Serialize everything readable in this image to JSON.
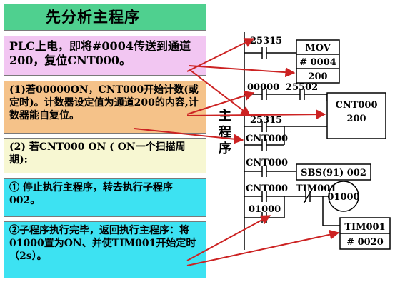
{
  "title": "先分析主程序",
  "boxes": {
    "b1": "PLC上电，即将#0004传送到通道200，复位CNT000。",
    "b2": "(1)若00000ON，CNT000开始计数(或定时)。计数器设定值为通道200的内容,计数器能自复位。",
    "b3": "(2) 若CNT000 ON ( ON一个扫描周期):",
    "b4": "① 停止执行主程序，转去执行子程序002。",
    "b5": "②子程序执行完毕，返回执行主程序：将01000置为ON、并使TIM001开始定时（2s）。"
  },
  "side_label": [
    "主",
    "程",
    "序"
  ],
  "ladder": {
    "contacts": {
      "c25315a": "25315",
      "c00000": "00000",
      "c25502": "25502",
      "c25315b": "25315",
      "cCNT1": "CNT000",
      "cCNT2": "CNT000",
      "cCNT3": "CNT000",
      "c01000": "01000",
      "cTIM": "TIM001"
    },
    "mov": {
      "name": "MOV",
      "src": "# 0004",
      "dst": "200"
    },
    "cnt": {
      "name": "CNT000",
      "set": "200"
    },
    "sbs": "SBS(91)  002",
    "coil": "01000",
    "tim": {
      "name": "TIM001",
      "set": "# 0020"
    }
  },
  "colors": {
    "arrow": "#cc2222",
    "title_bg": "#4fd08f",
    "cyan": "#3de2f2"
  }
}
